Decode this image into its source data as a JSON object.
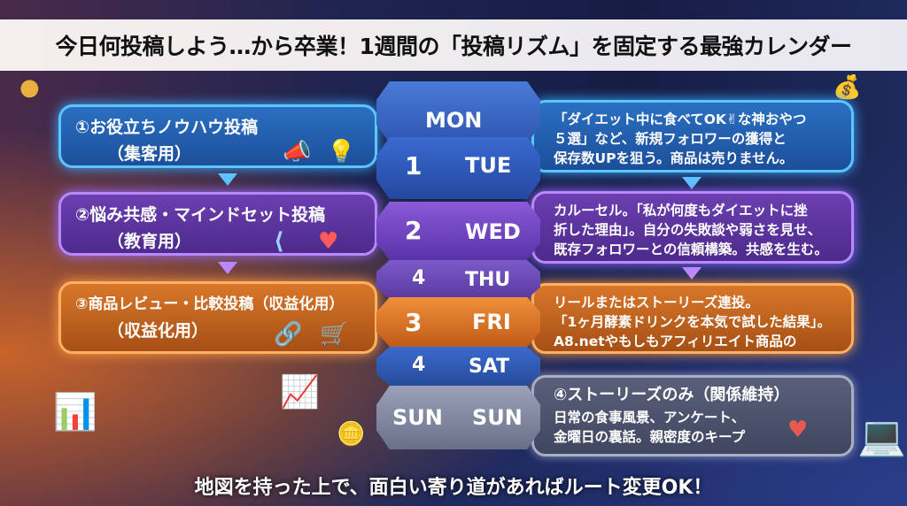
{
  "title": "今日何投稿しよう…から卒業！1週間の「投稿リズム」を固定する最強カレンダー",
  "rows": [
    {
      "label": "①お役立ちノウハウ投稿",
      "sub": "（集客用）",
      "desc": [
        "「ダイエット中に食べてOK✌な神おやつ",
        "５選」など、新規フォロワーの獲得と",
        "保存数UPを狙う。商品は売りません。"
      ]
    },
    {
      "label": "②悩み共感・マインドセット投稿",
      "sub": "（教育用）",
      "desc": [
        "カルーセル。「私が何度もダイエットに挫",
        "折した理由」。自分の失敗談や弱さを見せ、",
        "既存フォロワーとの信頼構築。共感を生む。"
      ]
    },
    {
      "label": "③商品レビュー・比較投稿（収益化用）",
      "sub": "（収益化用）",
      "desc": [
        "リールまたはストーリーズ連投。",
        "「1ヶ月酵素ドリンクを本気で試した結果」。",
        "A8.netやもしもアフィリエイト商品の"
      ]
    },
    {
      "label": "④ストーリーズのみ（関係維持）",
      "desc": [
        "日常の食事風景、アンケート、",
        "金曜日の裏話。親密度のキープ"
      ]
    }
  ],
  "tiers": {
    "mon": "MON",
    "n1": "1",
    "tue": "TUE",
    "n2": "2",
    "wed": "WED",
    "n4a": "4",
    "thu": "THU",
    "n3": "3",
    "fri": "FRI",
    "n4b": "4",
    "sat": "SAT",
    "sun1": "SUN",
    "sun2": "SUN"
  },
  "footer": "地図を持った上で、面白い寄り道があればルート変更OK！",
  "colors": {
    "blue": "#2b6fc2",
    "purple": "#6b3fb0",
    "orange": "#d8772a",
    "gray": "#5a607a"
  }
}
